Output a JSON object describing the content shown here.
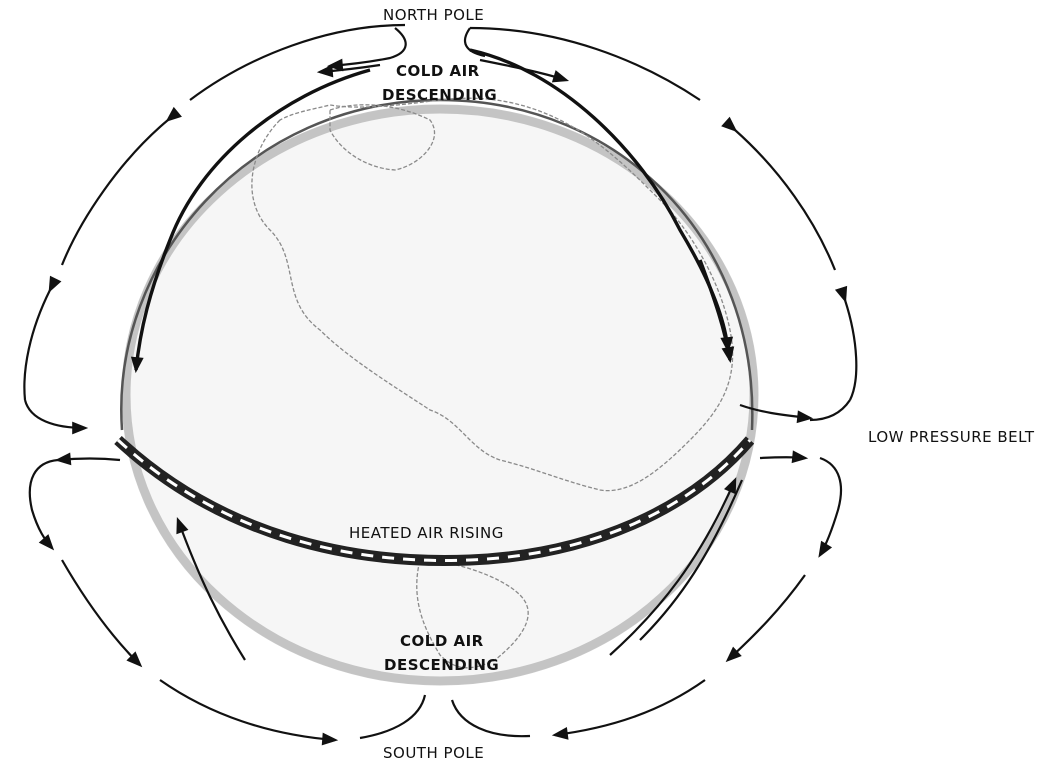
{
  "labels": {
    "north_pole": "NORTH POLE",
    "cold_air_north_line1": "COLD AIR",
    "cold_air_north_line2": "DESCENDING",
    "low_pressure_belt": "LOW PRESSURE BELT",
    "heated_air_rising": "HEATED AIR RISING",
    "cold_air_south_line1": "COLD AIR",
    "cold_air_south_line2": "DESCENDING",
    "south_pole": "SOUTH POLE"
  },
  "colors": {
    "ink": "#111111",
    "globe_shading": "#9a9a9a",
    "background": "#ffffff"
  }
}
